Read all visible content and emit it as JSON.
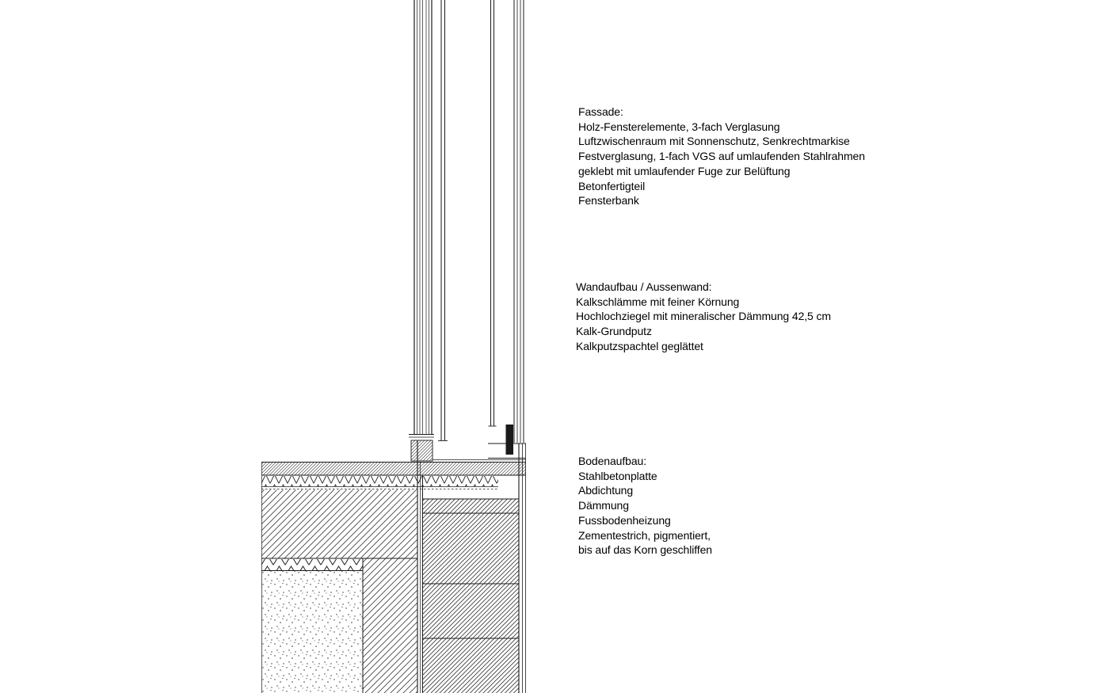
{
  "drawing": {
    "background": "#ffffff",
    "line_color": "#1a1a1a",
    "hatch_color": "#222222"
  },
  "annotations": {
    "fassade": {
      "title": "Fassade:",
      "lines": [
        "Holz-Fensterelemente, 3-fach Verglasung",
        "Luftzwischenraum mit Sonnenschutz, Senkrechtmarkise",
        "Festverglasung, 1-fach VGS auf umlaufenden Stahlrahmen",
        "geklebt mit umlaufender Fuge zur Belüftung",
        "Betonfertigteil",
        "Fensterbank"
      ]
    },
    "wandaufbau": {
      "title": "Wandaufbau / Aussenwand:",
      "lines": [
        "Kalkschlämme mit feiner Körnung",
        "Hochlochziegel mit mineralischer Dämmung 42,5 cm",
        "Kalk-Grundputz",
        "Kalkputzspachtel geglättet"
      ]
    },
    "bodenaufbau": {
      "title": "Bodenaufbau:",
      "lines": [
        "Stahlbetonplatte",
        "Abdichtung",
        "Dämmung",
        "Fussbodenheizung",
        "Zementestrich, pigmentiert,",
        "bis auf das Korn geschliffen"
      ]
    }
  }
}
